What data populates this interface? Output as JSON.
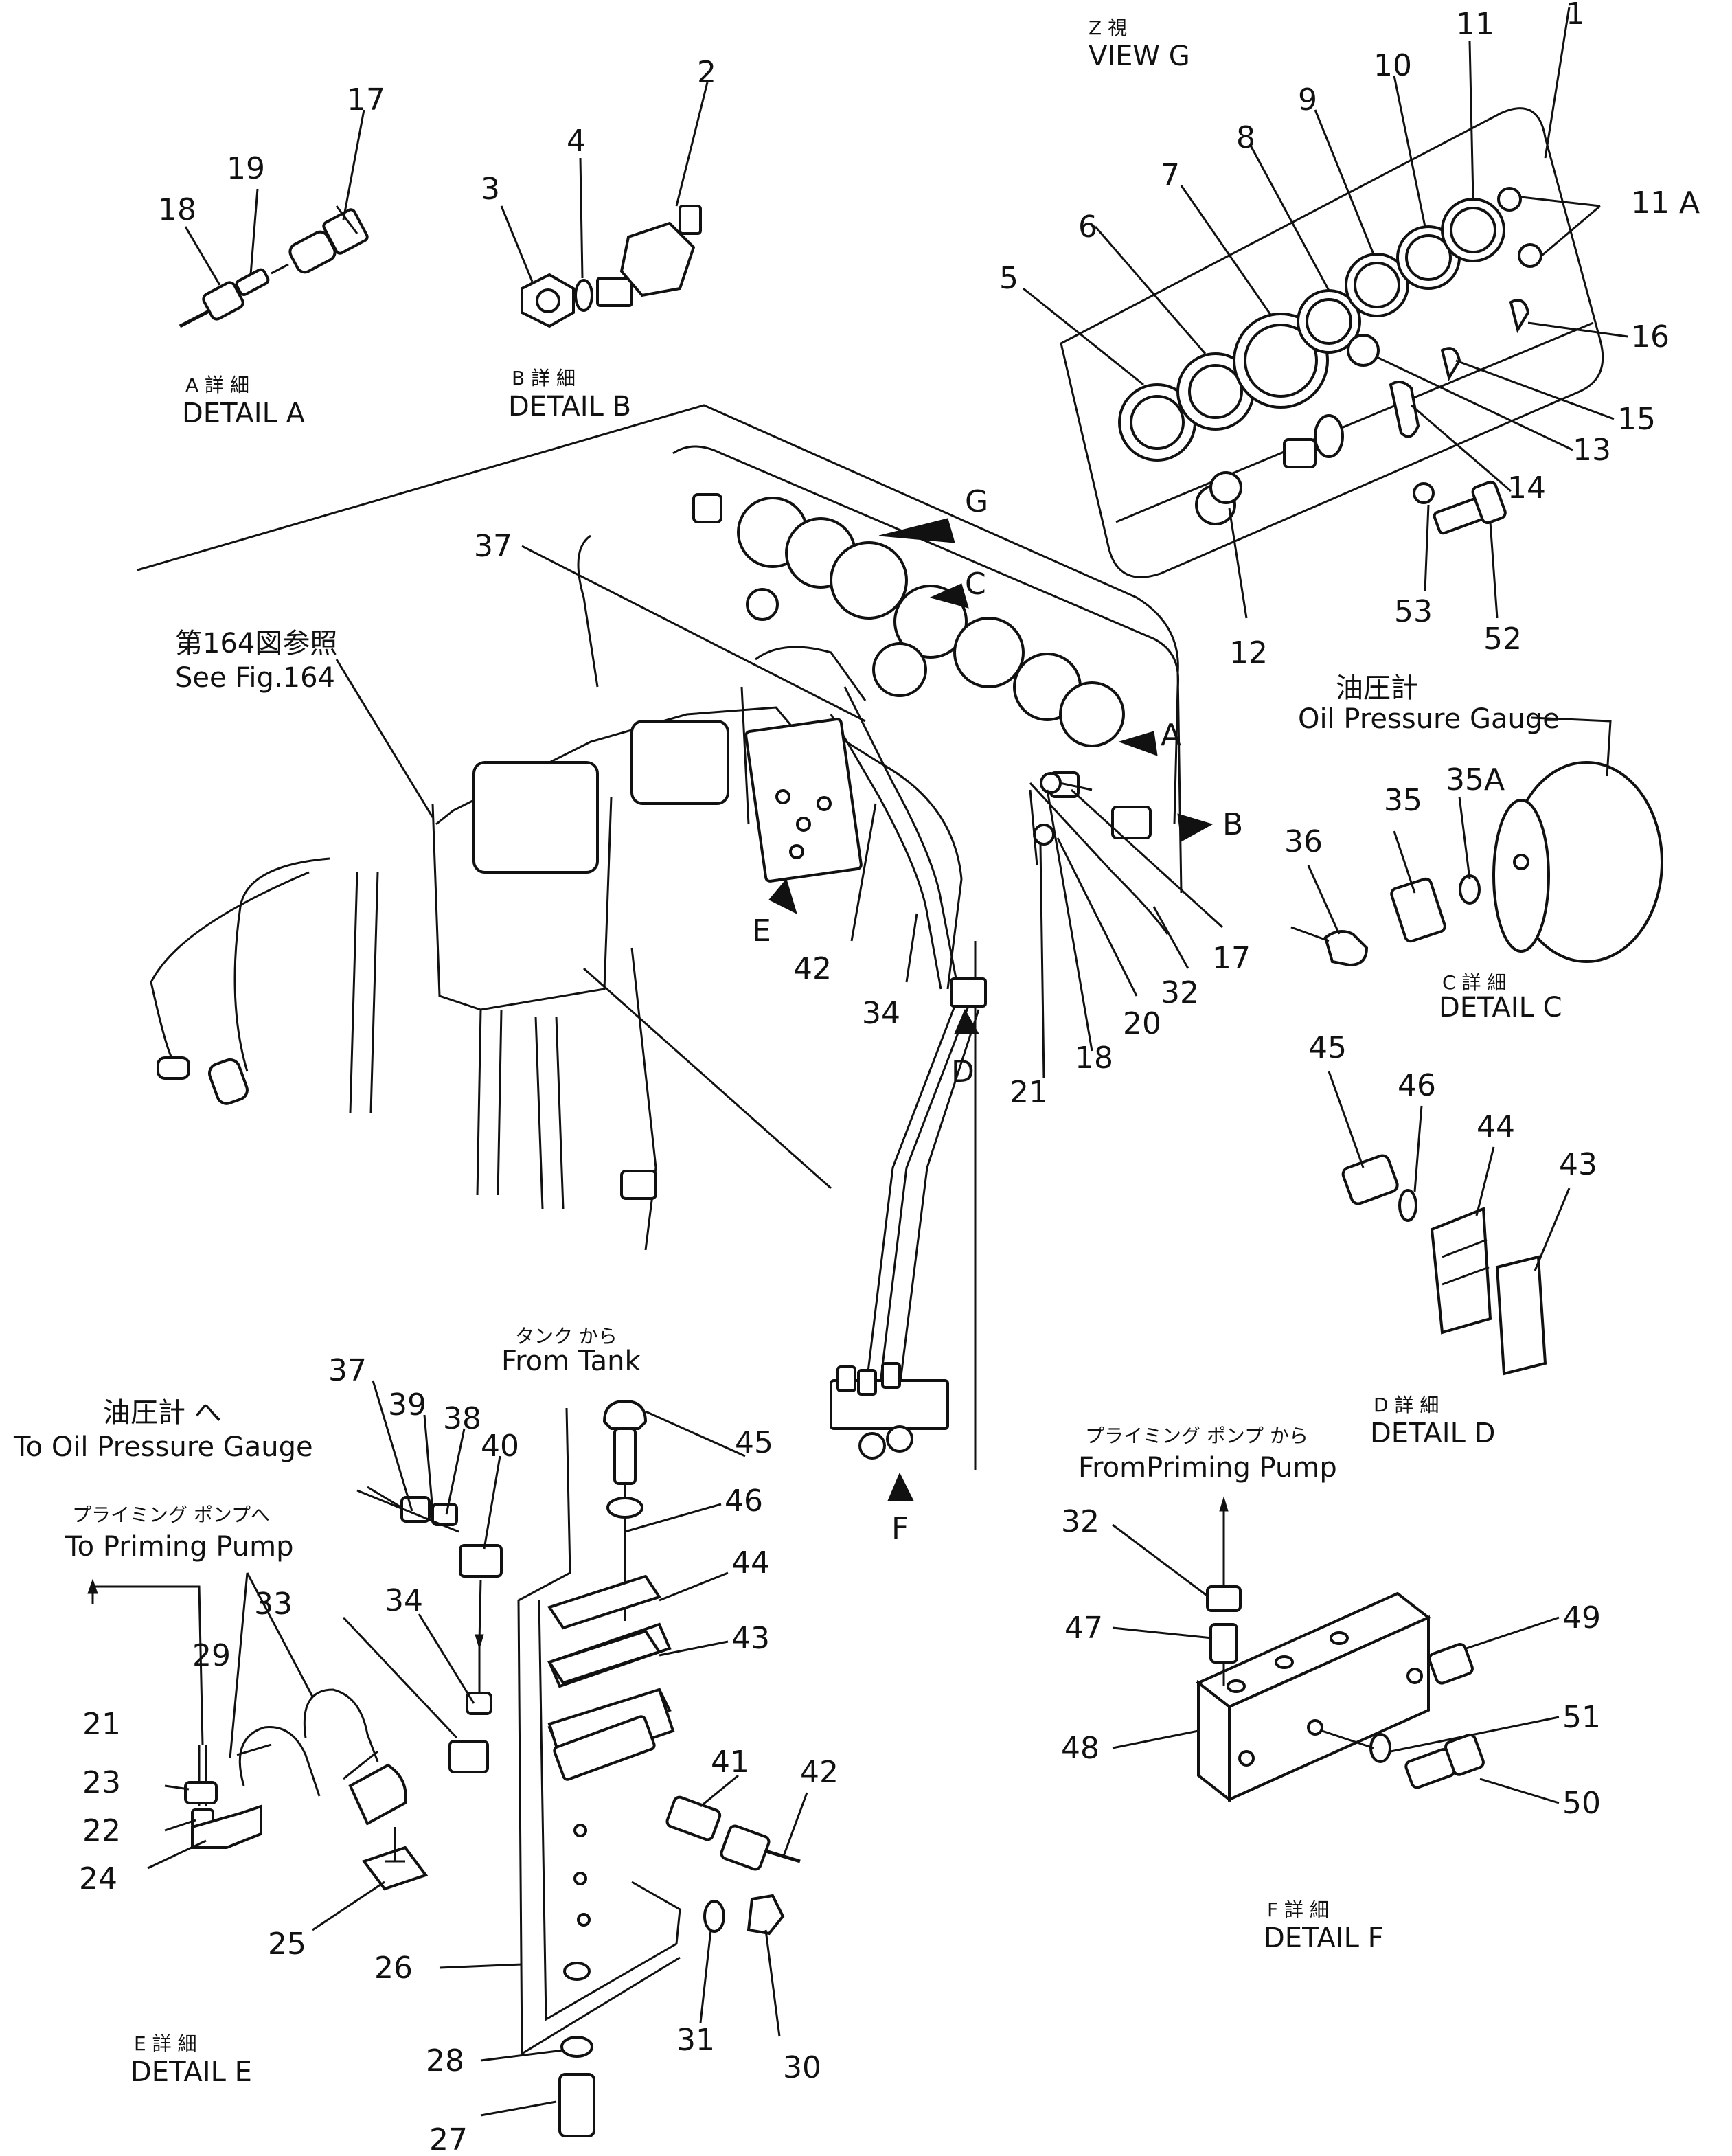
{
  "view_g": {
    "ja": "Z 視",
    "en": "VIEW G"
  },
  "details": {
    "a": {
      "ja": "A 詳 細",
      "en": "DETAIL A"
    },
    "b": {
      "ja": "B 詳 細",
      "en": "DETAIL B"
    },
    "c": {
      "ja": "C 詳 細",
      "en": "DETAIL C"
    },
    "d": {
      "ja": "D 詳 細",
      "en": "DETAIL D"
    },
    "e": {
      "ja": "E 詳 細",
      "en": "DETAIL E"
    },
    "f": {
      "ja": "F 詳 細",
      "en": "DETAIL F"
    }
  },
  "notes": {
    "see_fig_ja": "第164図参照",
    "see_fig_en": "See Fig.164",
    "oil_gauge_ja": "油圧計",
    "oil_gauge_en": "Oil Pressure Gauge",
    "to_oil_gauge_ja": "油圧計 へ",
    "to_oil_gauge_en": "To Oil Pressure Gauge",
    "from_tank_ja": "タンク から",
    "from_tank_en": "From Tank",
    "to_priming_ja": "プライミング ポンプへ",
    "to_priming_en": "To Priming Pump",
    "from_priming_ja": "プライミング ポンプ から",
    "from_priming_en": "FromPriming Pump"
  },
  "view_arrows": {
    "g": "G",
    "c": "C",
    "a": "A",
    "b": "B",
    "e": "E",
    "d": "D",
    "f": "F"
  },
  "parts": {
    "p1": "1",
    "p2": "2",
    "p3": "3",
    "p4": "4",
    "p5": "5",
    "p6": "6",
    "p7": "7",
    "p8": "8",
    "p9": "9",
    "p10": "10",
    "p11": "11",
    "p11a": "11 A",
    "p12": "12",
    "p13": "13",
    "p14": "14",
    "p15": "15",
    "p16": "16",
    "p17": "17",
    "p18": "18",
    "p19": "19",
    "p20": "20",
    "p21": "21",
    "p22": "22",
    "p23": "23",
    "p24": "24",
    "p25": "25",
    "p26": "26",
    "p27": "27",
    "p28": "28",
    "p29": "29",
    "p30": "30",
    "p31": "31",
    "p32": "32",
    "p33": "33",
    "p34": "34",
    "p35": "35",
    "p35a": "35A",
    "p36": "36",
    "p37": "37",
    "p38": "38",
    "p39": "39",
    "p40": "40",
    "p41": "41",
    "p42": "42",
    "p43": "43",
    "p44": "44",
    "p45": "45",
    "p46": "46",
    "p47": "47",
    "p48": "48",
    "p49": "49",
    "p50": "50",
    "p51": "51",
    "p52": "52",
    "p53": "53"
  }
}
